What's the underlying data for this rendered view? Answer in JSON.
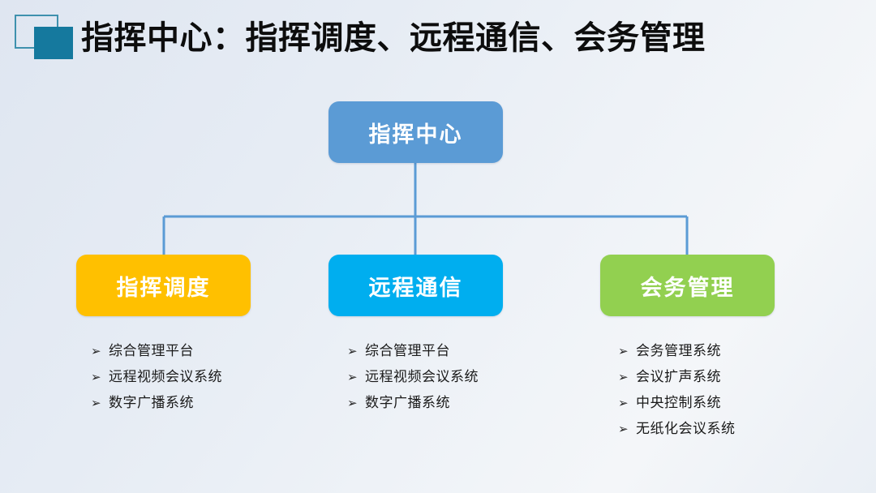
{
  "header": {
    "title": "指挥中心：指挥调度、远程通信、会务管理",
    "logo": {
      "outline_icon": "square-outline-icon",
      "filled_icon": "square-filled-icon",
      "outline_color": "#3f91ae",
      "filled_color": "#15799e"
    }
  },
  "diagram": {
    "type": "org-tree",
    "connector_color": "#5b9bd5",
    "root": {
      "label": "指挥中心",
      "color": "#5b9bd5"
    },
    "branches": [
      {
        "label": "指挥调度",
        "color": "#ffc000",
        "bullet_glyph": "➢",
        "items": [
          "综合管理平台",
          "远程视频会议系统",
          "数字广播系统"
        ]
      },
      {
        "label": "远程通信",
        "color": "#00aeef",
        "bullet_glyph": "➢",
        "items": [
          "综合管理平台",
          "远程视频会议系统",
          "数字广播系统"
        ]
      },
      {
        "label": "会务管理",
        "color": "#92d050",
        "bullet_glyph": "➢",
        "items": [
          "会务管理系统",
          "会议扩声系统",
          "中央控制系统",
          "无纸化会议系统"
        ]
      }
    ]
  },
  "background": {
    "start_color": "#dfe6f1",
    "end_color": "#f4f6f9"
  }
}
